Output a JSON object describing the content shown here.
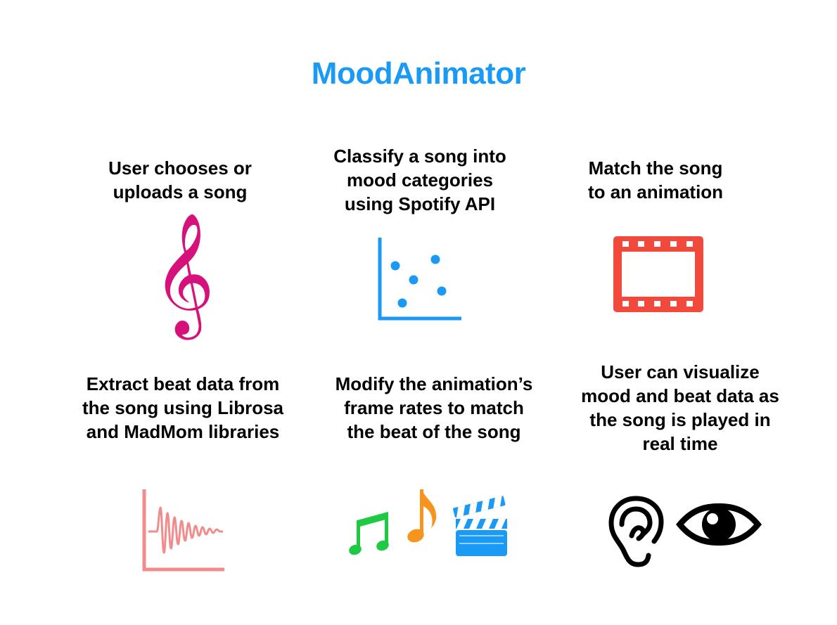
{
  "title": "MoodAnimator",
  "colors": {
    "title": "#1a9af5",
    "treble_clef": "#d6117b",
    "scatter_plot": "#1a9af5",
    "film_strip": "#f2493d",
    "waveform": "#f28b8b",
    "note_green": "#1ec944",
    "note_orange": "#f7941d",
    "clapperboard": "#1a9af5",
    "ear_eye": "#000000"
  },
  "steps": [
    {
      "text": "User chooses or\nuploads a song",
      "icon": "treble-clef-icon"
    },
    {
      "text": "Classify a song into\nmood categories\nusing Spotify API",
      "icon": "scatter-plot-icon"
    },
    {
      "text": "Match the song\nto an animation",
      "icon": "film-strip-icon"
    },
    {
      "text": "Extract beat data from\nthe song using Librosa\nand MadMom libraries",
      "icon": "waveform-icon"
    },
    {
      "text": "Modify the animation’s\nframe rates to match\nthe beat of the song",
      "icons": [
        "music-notes-icon",
        "eighth-note-icon",
        "clapperboard-icon"
      ]
    },
    {
      "text": "User can visualize\nmood and beat data as\nthe song is played in\nreal time",
      "icons": [
        "ear-icon",
        "eye-icon"
      ]
    }
  ]
}
